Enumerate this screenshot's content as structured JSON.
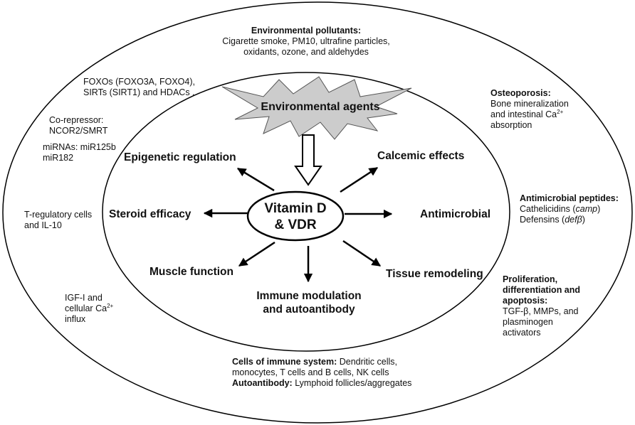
{
  "center": {
    "line1": "Vitamin D",
    "line2": "& VDR"
  },
  "environmental_agents": "Environmental agents",
  "effects": {
    "epigenetic": "Epigenetic regulation",
    "calcemic": "Calcemic effects",
    "steroid": "Steroid efficacy",
    "antimicrobial": "Antimicrobial",
    "muscle": "Muscle function",
    "tissue": "Tissue remodeling",
    "immune_line1": "Immune modulation",
    "immune_line2": "and autoantibody"
  },
  "outer": {
    "pollutants": {
      "title": "Environmental pollutants:",
      "line1": "Cigarette smoke, PM10, ultrafine particles,",
      "line2": "oxidants, ozone, and aldehydes"
    },
    "foxos": {
      "line1": "FOXOs (FOXO3A, FOXO4),",
      "line2": "SIRTs (SIRT1) and HDACs ."
    },
    "corepressor": {
      "line1": "Co-repressor:",
      "line2": "NCOR2/SMRT"
    },
    "mirnas": {
      "line1": "miRNAs: miR125b",
      "line2": "miR182"
    },
    "treg": {
      "line1": "T-regulatory cells",
      "line2": "and IL-10"
    },
    "igf": {
      "line1": "IGF-I and",
      "line2_prefix": "cellular Ca",
      "line2_sup": "2+",
      "line3": "influx"
    },
    "osteoporosis": {
      "title": "Osteoporosis:",
      "line1": "Bone mineralization",
      "line2_prefix": "and intestinal  Ca",
      "line2_sup": "2+",
      "line3": "absorption"
    },
    "antimicrobial_peptides": {
      "title": "Antimicrobial peptides:",
      "line1_prefix": "Cathelicidins (",
      "line1_italic": "camp",
      "line1_suffix": ")",
      "line2_prefix": "Defensins (",
      "line2_italic": "defβ",
      "line2_suffix": ")"
    },
    "proliferation": {
      "title1": "Proliferation,",
      "title2": "differentiation and",
      "title3": "apoptosis:",
      "line1": "TGF-β, MMPs, and",
      "line2": "plasminogen",
      "line3": "activators"
    },
    "immune_cells": {
      "title": "Cells of immune system:",
      "line1_rest": " Dendritic cells,",
      "line2": "monocytes, T cells and B cells, NK cells",
      "auto_title": "Autoantibody:",
      "auto_rest": " Lymphoid follicles/aggregates"
    }
  }
}
